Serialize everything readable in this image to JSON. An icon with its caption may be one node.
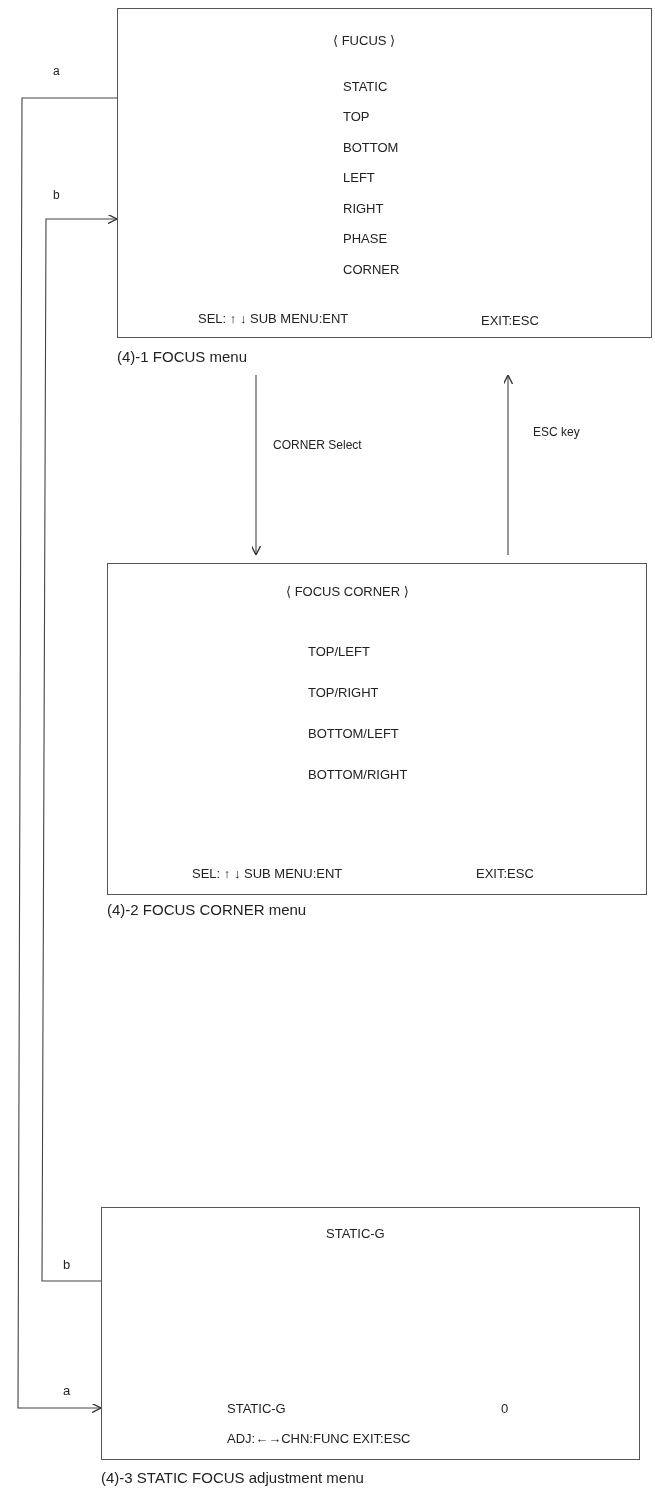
{
  "diagram": {
    "nodes": [
      {
        "text": [
          "⟨ FUCUS ⟩",
          "STATIC",
          "TOP",
          "BOTTOM",
          "LEFT",
          "RIGHT",
          "PHASE",
          "CORNER",
          "SEL: ↑ ↓ SUB MENU:ENT",
          "EXIT:ESC"
        ],
        "beside": [
          "(4)-1 FOCUS menu"
        ]
      },
      {
        "text": [
          "⟨ FOCUS CORNER ⟩",
          "TOP/LEFT",
          "TOP/RIGHT",
          "BOTTOM/LEFT",
          "BOTTOM/RIGHT",
          "SEL: ↑ ↓ SUB MENU:ENT",
          "EXIT:ESC"
        ],
        "beside": [
          "(4)-2 FOCUS CORNER menu"
        ]
      },
      {
        "text": [
          "STATIC-G",
          "STATIC-G",
          "0",
          "ADJ:←→CHN:FUNC EXIT:ESC"
        ],
        "beside": [
          "(4)-3 STATIC FOCUS adjustment menu"
        ]
      }
    ],
    "edges": [
      {
        "from": 0,
        "to": 1,
        "arrow": "to",
        "label": "CORNER Select"
      },
      {
        "from": 1,
        "to": 0,
        "arrow": "to",
        "label": "ESC key"
      },
      {
        "from": 0,
        "to": 2,
        "arrow": "to",
        "label": "a"
      },
      {
        "from": 2,
        "to": 0,
        "arrow": "to",
        "label": "b"
      }
    ],
    "labels": [
      "a",
      "b"
    ]
  }
}
